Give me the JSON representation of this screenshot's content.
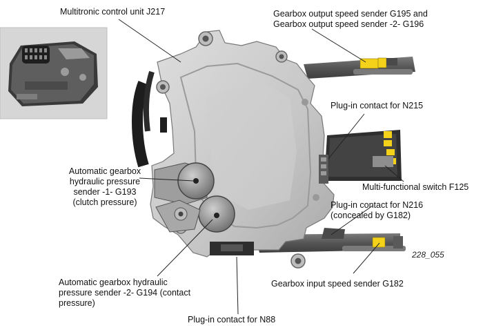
{
  "labels": {
    "multitronic": "Multitronic control unit J217",
    "g195": "Gearbox output speed sender G195 and\nGearbox output speed sender -2- G196",
    "n215": "Plug-in contact for N215",
    "g193": "Automatic gearbox\nhydraulic pressure\nsender  -1- G193\n(clutch pressure)",
    "f125": "Multi-functional switch F125",
    "n216": "Plug-in contact for N216\n(concealed by G182)",
    "g194": "Automatic gearbox hydraulic\npressure sender  -2-  G194 (contact\npressure)",
    "g182": "Gearbox input speed sender G182",
    "n88": "Plug-in contact for N88"
  },
  "figure_ref": "228_055",
  "colors": {
    "housing": "#c9c9c9",
    "housing_shadow": "#8e8e8e",
    "sender_yellow": "#f4d21a",
    "dark": "#2a2a2a",
    "photo_bg": "#dcdcdc"
  }
}
